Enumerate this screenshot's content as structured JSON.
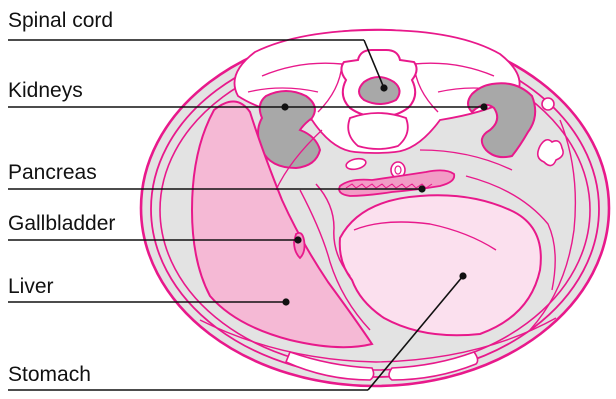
{
  "labels": {
    "spinal_cord": "Spinal cord",
    "kidneys": "Kidneys",
    "pancreas": "Pancreas",
    "gallbladder": "Gallbladder",
    "liver": "Liver",
    "stomach": "Stomach"
  },
  "colors": {
    "outline": "#e8198b",
    "body_fill": "#e3e3e3",
    "inner_fill": "#ffffff",
    "liver_fill": "#f5b9d5",
    "stomach_fill": "#fbe0ee",
    "kidney_fill": "#a8a8a8",
    "pancreas_fill": "#f29cc6",
    "leader_line": "#111111",
    "label_text": "#111111"
  }
}
